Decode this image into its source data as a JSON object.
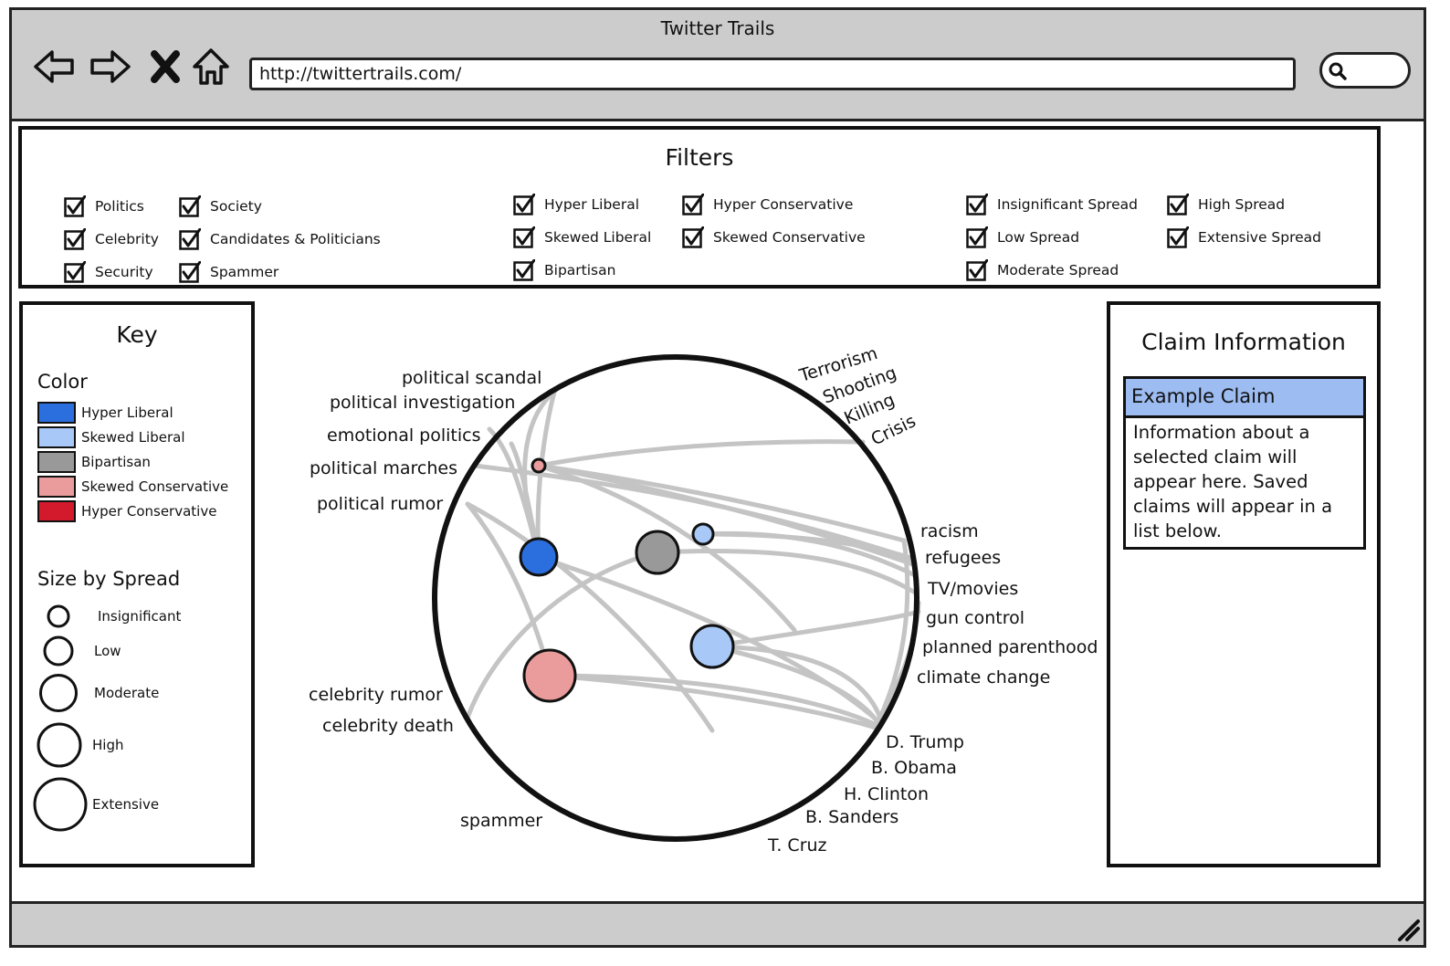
{
  "window": {
    "title": "Twitter Trails",
    "url": "http://twittertrails.com/"
  },
  "toolbar": {
    "back_icon": "left-arrow-icon",
    "forward_icon": "right-arrow-icon",
    "stop_icon": "close-icon",
    "home_icon": "home-icon",
    "search_icon": "search-icon"
  },
  "filters": {
    "title": "Filters",
    "categories": [
      {
        "label": "Politics",
        "checked": true
      },
      {
        "label": "Society",
        "checked": true
      },
      {
        "label": "Celebrity",
        "checked": true
      },
      {
        "label": "Candidates & Politicians",
        "checked": true
      },
      {
        "label": "Security",
        "checked": true
      },
      {
        "label": "Spammer",
        "checked": true
      }
    ],
    "leaning": [
      {
        "label": "Hyper Liberal",
        "checked": true
      },
      {
        "label": "Hyper Conservative",
        "checked": true
      },
      {
        "label": "Skewed Liberal",
        "checked": true
      },
      {
        "label": "Skewed Conservative",
        "checked": true
      },
      {
        "label": "Bipartisan",
        "checked": true
      }
    ],
    "spread": [
      {
        "label": "Insignificant Spread",
        "checked": true
      },
      {
        "label": "High Spread",
        "checked": true
      },
      {
        "label": "Low Spread",
        "checked": true
      },
      {
        "label": "Extensive Spread",
        "checked": true
      },
      {
        "label": "Moderate Spread",
        "checked": true
      }
    ]
  },
  "key": {
    "title": "Key",
    "color_heading": "Color",
    "colors": [
      {
        "label": "Hyper Liberal",
        "color": "#2b6fdf"
      },
      {
        "label": "Skewed Liberal",
        "color": "#a8c8f7"
      },
      {
        "label": "Bipartisan",
        "color": "#999999"
      },
      {
        "label": "Skewed Conservative",
        "color": "#ea9c9c"
      },
      {
        "label": "Hyper Conservative",
        "color": "#d21a2c"
      }
    ],
    "size_heading": "Size by Spread",
    "sizes": [
      {
        "label": "Insignificant"
      },
      {
        "label": "Low"
      },
      {
        "label": "Moderate"
      },
      {
        "label": "High"
      },
      {
        "label": "Extensive"
      }
    ]
  },
  "graph": {
    "topics": [
      "political scandal",
      "political investigation",
      "emotional politics",
      "political marches",
      "political rumor",
      "Terrorism",
      "Shooting",
      "Killing",
      "Crisis",
      "racism",
      "refugees",
      "TV/movies",
      "gun control",
      "planned parenthood",
      "climate change",
      "D. Trump",
      "B. Obama",
      "H. Clinton",
      "B. Sanders",
      "T. Cruz",
      "spammer",
      "celebrity rumor",
      "celebrity death"
    ],
    "claims": [
      {
        "leaning": "Skewed Conservative",
        "spread": "Insignificant"
      },
      {
        "leaning": "Hyper Liberal",
        "spread": "Moderate"
      },
      {
        "leaning": "Bipartisan",
        "spread": "High"
      },
      {
        "leaning": "Skewed Liberal",
        "spread": "Low"
      },
      {
        "leaning": "Skewed Liberal",
        "spread": "High"
      },
      {
        "leaning": "Skewed Conservative",
        "spread": "Extensive"
      }
    ]
  },
  "claim_panel": {
    "title": "Claim Information",
    "example_claim": "Example Claim",
    "info_lines": [
      "Information about a",
      "selected claim will",
      "appear here. Saved",
      "claims will appear in a",
      "list below."
    ]
  }
}
